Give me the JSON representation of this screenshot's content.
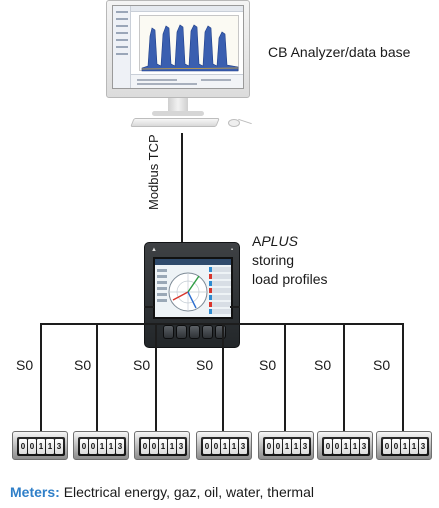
{
  "computer": {
    "label": "CB Analyzer/data base"
  },
  "connection": {
    "label": "Modbus TCP"
  },
  "device": {
    "name_line": {
      "prefix": "A",
      "italic": "PLUS"
    },
    "caption_line2": "storing",
    "caption_line3": "load profiles"
  },
  "inputs": [
    {
      "label": "S0",
      "reading": "00113"
    },
    {
      "label": "S0",
      "reading": "00113"
    },
    {
      "label": "S0",
      "reading": "00113"
    },
    {
      "label": "S0",
      "reading": "00113"
    },
    {
      "label": "S0",
      "reading": "00113"
    },
    {
      "label": "S0",
      "reading": "00113"
    },
    {
      "label": "S0",
      "reading": "00113"
    }
  ],
  "footer": {
    "bold": "Meters:",
    "text": "Electrical energy, gaz, oil, water, thermal"
  },
  "colors": {
    "footer_bold": "#2f7fc8",
    "line": "#1d1d1d"
  }
}
